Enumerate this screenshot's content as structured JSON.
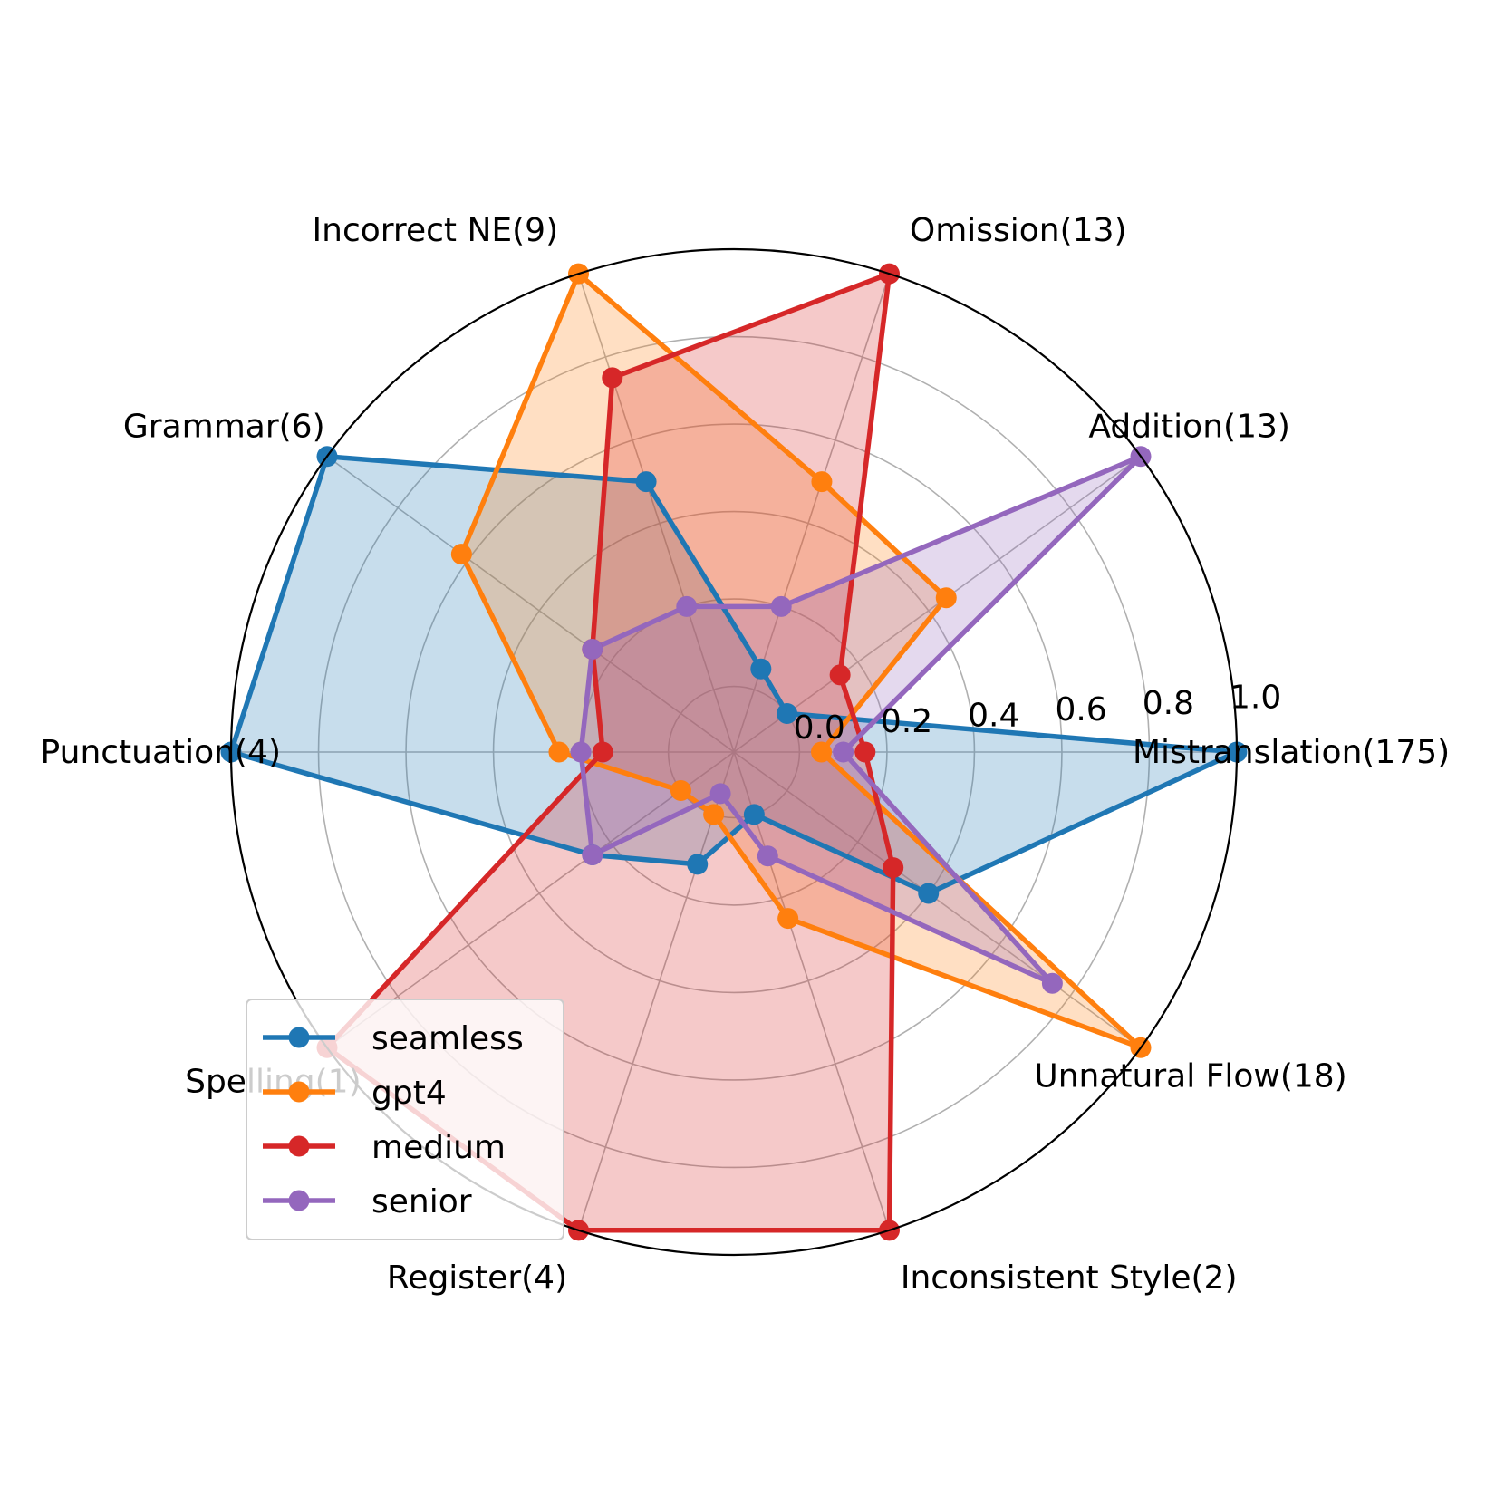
{
  "chart_data": {
    "type": "radar",
    "categories": [
      "Mistranslation(175)",
      "Addition(13)",
      "Omission(13)",
      "Incorrect NE(9)",
      "Grammar(6)",
      "Punctuation(4)",
      "Spelling(1)",
      "Register(4)",
      "Inconsistent Style(2)",
      "Unnatural Flow(18)"
    ],
    "radial_ticks": [
      "0.0",
      "0.2",
      "0.4",
      "0.6",
      "0.8",
      "1.0"
    ],
    "rlim": [
      -0.15,
      1.0
    ],
    "grid": true,
    "legend_position": "lower-left",
    "series": [
      {
        "name": "seamless",
        "color": "#1f77b4",
        "values": [
          1.0,
          -0.0,
          0.05,
          0.5,
          1.0,
          1.0,
          0.25,
          0.12,
          0.0,
          0.4
        ]
      },
      {
        "name": "gpt4",
        "color": "#ff7f0e",
        "values": [
          0.05,
          0.45,
          0.5,
          1.0,
          0.62,
          0.25,
          0.0,
          0.0,
          0.25,
          1.0
        ]
      },
      {
        "name": "medium",
        "color": "#d62728",
        "values": [
          0.15,
          0.15,
          1.0,
          0.75,
          0.25,
          0.15,
          1.0,
          1.0,
          1.0,
          0.3
        ]
      },
      {
        "name": "senior",
        "color": "#9467bd",
        "values": [
          0.1,
          1.0,
          0.2,
          0.2,
          0.25,
          0.2,
          0.25,
          -0.05,
          0.1,
          0.75
        ]
      }
    ]
  }
}
